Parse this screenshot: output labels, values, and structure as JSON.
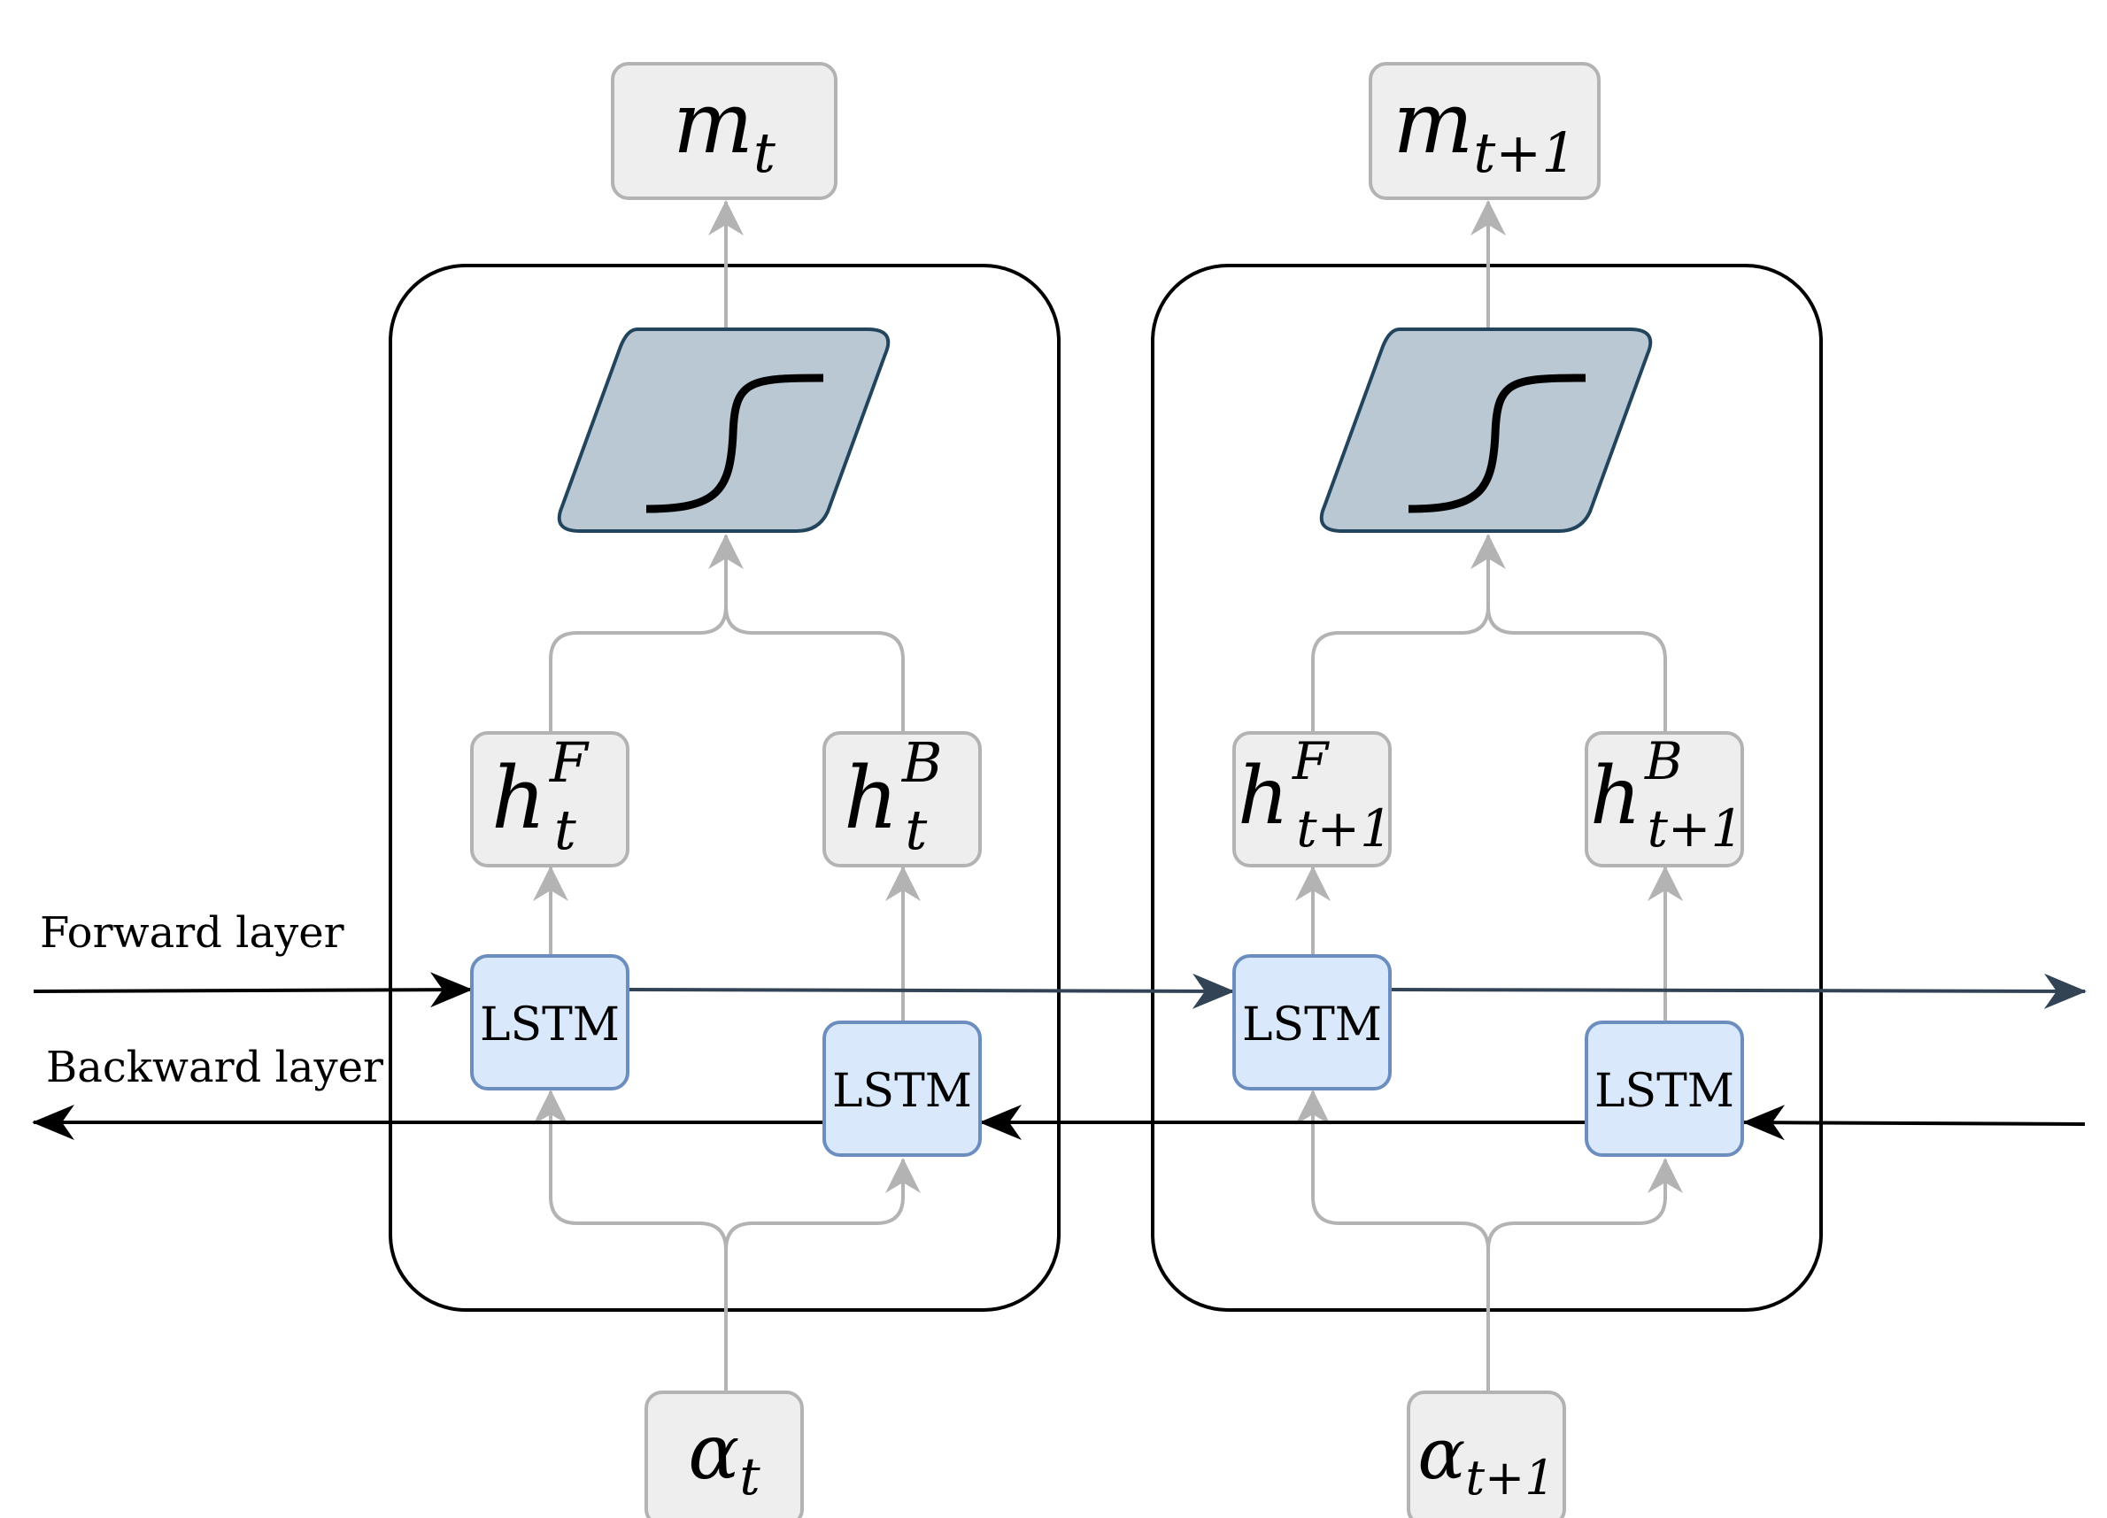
{
  "labels": {
    "forward_layer": "Forward layer",
    "backward_layer": "Backward layer"
  },
  "cells": [
    {
      "output": {
        "base": "m",
        "sub": "t",
        "sup": ""
      },
      "hidden_forward": {
        "base": "h",
        "sub": "t",
        "sup": "F"
      },
      "hidden_backward": {
        "base": "h",
        "sub": "t",
        "sup": "B"
      },
      "lstm_forward": "LSTM",
      "lstm_backward": "LSTM",
      "input": {
        "base": "α",
        "sub": "t",
        "sup": ""
      }
    },
    {
      "output": {
        "base": "m",
        "sub": "t+1",
        "sup": ""
      },
      "hidden_forward": {
        "base": "h",
        "sub": "t+1",
        "sup": "F"
      },
      "hidden_backward": {
        "base": "h",
        "sub": "t+1",
        "sup": "B"
      },
      "lstm_forward": "LSTM",
      "lstm_backward": "LSTM",
      "input": {
        "base": "α",
        "sub": "t+1",
        "sup": ""
      }
    }
  ],
  "colors": {
    "gray_box_fill": "#eeeeee",
    "gray_box_stroke": "#b3b3b3",
    "lstm_fill": "#dae8fc",
    "lstm_stroke": "#6c8ebf",
    "sigmoid_fill": "#bac8d3",
    "sigmoid_stroke": "#23445d",
    "forward_arrow": "#314354",
    "backward_arrow": "#000000",
    "gray_arrow": "#b3b3b3"
  }
}
